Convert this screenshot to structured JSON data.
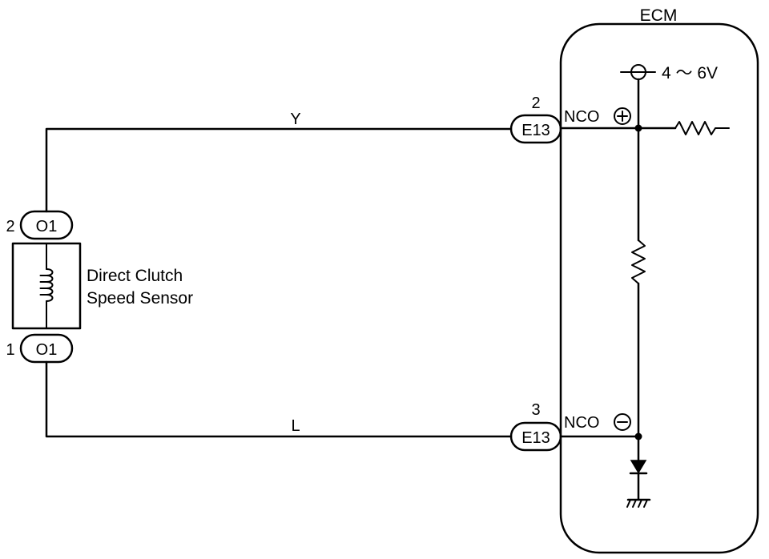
{
  "ecm": {
    "title": "ECM",
    "supply_voltage": "4 ～ 6V",
    "terminal_plus": "NCO+",
    "terminal_minus": "NCO−"
  },
  "connectors": {
    "ecm_top": {
      "label": "E13",
      "pin": "2"
    },
    "ecm_bottom": {
      "label": "E13",
      "pin": "3"
    },
    "sensor_top": {
      "label": "O1",
      "pin": "2"
    },
    "sensor_bottom": {
      "label": "O1",
      "pin": "1"
    }
  },
  "wires": {
    "top_color": "Y",
    "bottom_color": "L"
  },
  "sensor": {
    "name_line1": "Direct Clutch",
    "name_line2": "Speed Sensor"
  }
}
